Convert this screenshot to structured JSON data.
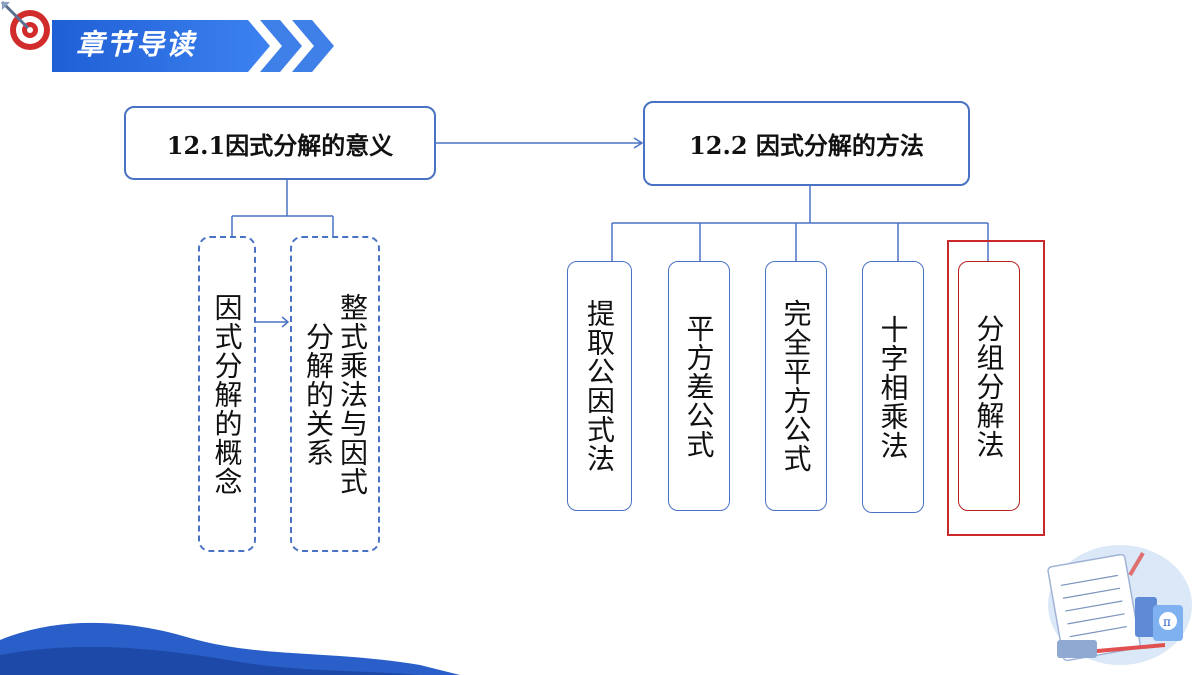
{
  "header": {
    "title": "章节导读"
  },
  "diagram": {
    "sec1": {
      "title": "12.1因式分解的意义",
      "items": [
        "因式分解的概念",
        "整式乘法与因式分解的关系"
      ]
    },
    "sec2": {
      "title": "12.2 因式分解的方法",
      "methods": [
        "提取公因式法",
        "平方差公式",
        "完全平方公式",
        "十字相乘法",
        "分组分解法"
      ],
      "highlighted": "分组分解法"
    }
  },
  "colors": {
    "box_border": "#4a72c4",
    "highlight": "#cc2a2a",
    "banner": "#2f6ddb"
  }
}
